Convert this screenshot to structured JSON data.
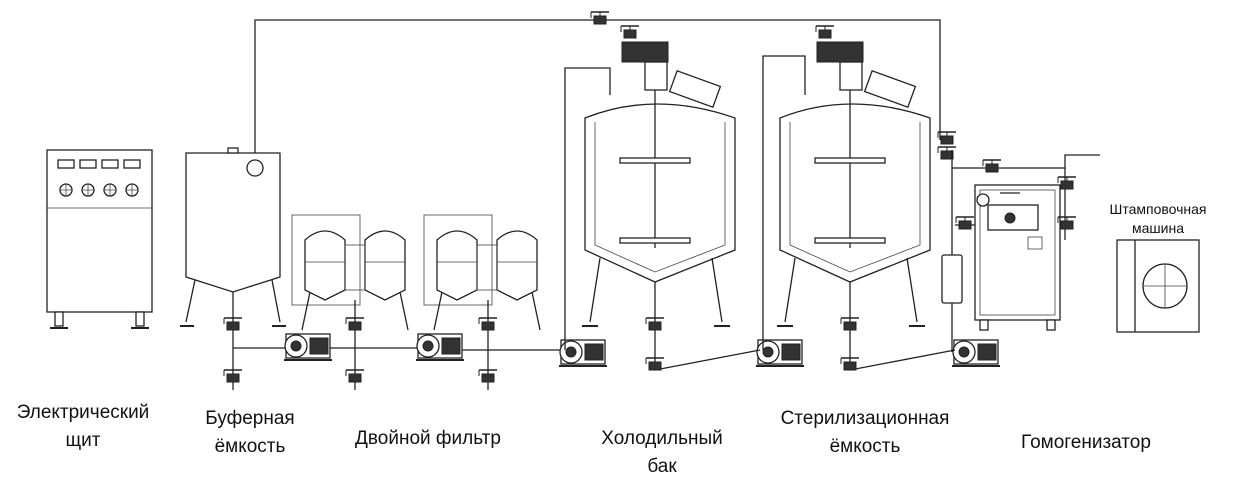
{
  "labels": {
    "electric_panel": [
      "Электрический",
      "щит"
    ],
    "buffer_tank": [
      "Буферная",
      "ёмкость"
    ],
    "double_filter": "Двойной фильтр",
    "cooling_tank": [
      "Холодильный",
      "бак"
    ],
    "sterilization_tank": [
      "Стерилизационная",
      "ёмкость"
    ],
    "homogenizer": "Гомогенизатор",
    "stamping_machine": [
      "Штамповочная",
      "машина"
    ]
  }
}
